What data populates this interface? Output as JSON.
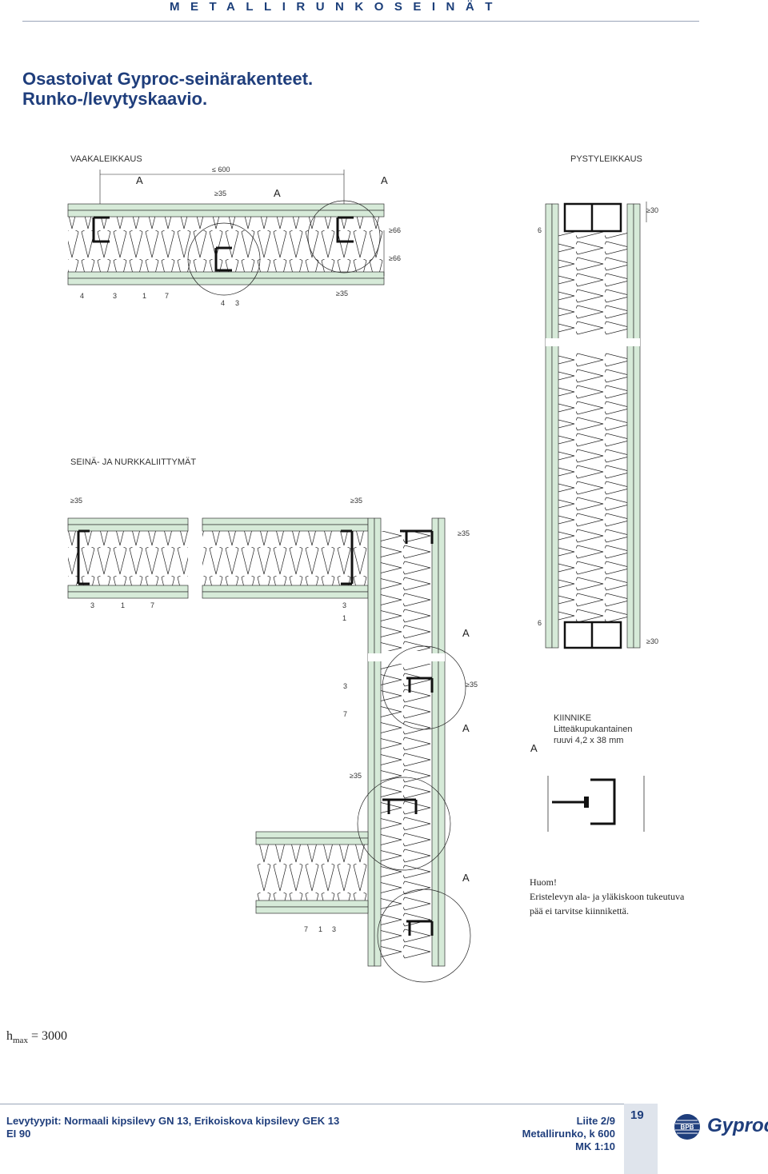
{
  "header": {
    "spaced_title": "METALLIRUNKOSEINÄT"
  },
  "title": {
    "line1": "Osastoivat Gyproc-seinärakenteet.",
    "line2": "Runko-/levytyskaavio."
  },
  "sections": {
    "horizontal": "VAAKALEIKKAUS",
    "vertical": "PYSTYLEIKKAUS",
    "joints": "SEINÄ- JA NURKKALIITTYMÄT"
  },
  "dimensions": {
    "le600": "≤ 600",
    "ge35": "≥35",
    "ge66": "≥66",
    "ge30": "≥30"
  },
  "labels": {
    "a": "A",
    "n1": "1",
    "n3": "3",
    "n4": "4",
    "n6": "6",
    "n7": "7"
  },
  "detail": {
    "line1": "KIINNIKE",
    "line2": "Litteäkupukantainen",
    "line3": "ruuvi 4,2 x 38 mm"
  },
  "note": {
    "line1": "Huom!",
    "line2": "Eristelevyn ala- ja yläkiskoon tukeutuva",
    "line3": "pää ei tarvitse kiinnikettä."
  },
  "hmax": {
    "symbol": "h",
    "sub": "max",
    "value": " = 3000"
  },
  "footer": {
    "left1": "Levytyypit: Normaali kipsilevy GN 13, Erikoiskova kipsilevy GEK 13",
    "left2": "EI 90",
    "right1": "Liite 2/9",
    "right2": "Metallirunko, k 600",
    "right3": "MK 1:10",
    "page": "19",
    "brand": "Gyproc",
    "badge": "BPB"
  },
  "colors": {
    "board": "#d6ead8",
    "accent": "#1f3e7c"
  }
}
